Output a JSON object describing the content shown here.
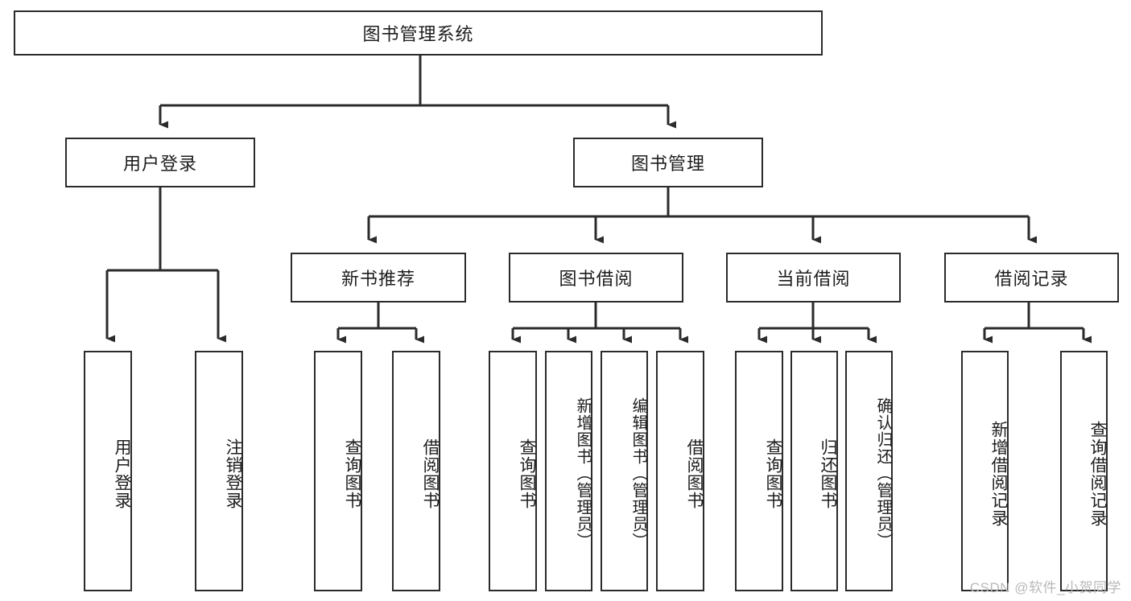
{
  "diagram": {
    "type": "tree-hierarchy",
    "title": "图书管理系统",
    "watermark": "CSDN @软件_小贺同学",
    "colors": {
      "box_border": "#2b2b2b",
      "box_fill": "#ffffff",
      "line": "#2b2b2b",
      "text": "#1d1d1d",
      "watermark": "#b9b9b9"
    },
    "root": {
      "label": "图书管理系统"
    },
    "level2": [
      {
        "label": "用户登录"
      },
      {
        "label": "图书管理"
      }
    ],
    "level3": [
      {
        "label": "新书推荐"
      },
      {
        "label": "图书借阅"
      },
      {
        "label": "当前借阅"
      },
      {
        "label": "借阅记录"
      }
    ],
    "leaves": {
      "user_login": [
        {
          "label": "用户登录"
        },
        {
          "label": "注销登录"
        }
      ],
      "new_book_recommend": [
        {
          "label": "查询图书"
        },
        {
          "label": "借阅图书"
        }
      ],
      "book_borrow": [
        {
          "label": "查询图书"
        },
        {
          "label": "新增图书（管理员）"
        },
        {
          "label": "编辑图书（管理员）"
        },
        {
          "label": "借阅图书"
        }
      ],
      "current_borrow": [
        {
          "label": "查询图书"
        },
        {
          "label": "归还图书"
        },
        {
          "label": "确认归还（管理员）"
        }
      ],
      "borrow_record": [
        {
          "label": "新增借阅记录"
        },
        {
          "label": "查询借阅记录"
        }
      ]
    }
  }
}
